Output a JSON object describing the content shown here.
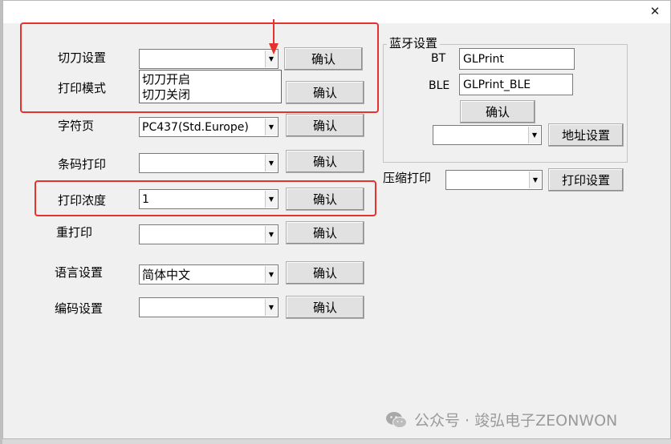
{
  "window": {
    "close_symbol": "✕"
  },
  "settings": {
    "confirm_label": "确认",
    "rows": [
      {
        "id": "cutter",
        "label": "切刀设置",
        "value": ""
      },
      {
        "id": "print-mode",
        "label": "打印模式",
        "value": ""
      },
      {
        "id": "code-page",
        "label": "字符页",
        "value": "PC437(Std.Europe)"
      },
      {
        "id": "barcode",
        "label": "条码打印",
        "value": ""
      },
      {
        "id": "density",
        "label": "打印浓度",
        "value": "1"
      },
      {
        "id": "reprint",
        "label": "重打印",
        "value": ""
      },
      {
        "id": "language",
        "label": "语言设置",
        "value": "简体中文"
      },
      {
        "id": "encoding",
        "label": "编码设置",
        "value": ""
      }
    ],
    "cutter_dropdown_options": [
      "切刀开启",
      "切刀关闭"
    ]
  },
  "bluetooth": {
    "title": "蓝牙设置",
    "bt_label": "BT",
    "bt_value": "GLPrint",
    "ble_label": "BLE",
    "ble_value": "GLPrint_BLE",
    "confirm_label": "确认",
    "address_value": "",
    "address_button": "地址设置"
  },
  "compress": {
    "label": "压缩打印",
    "value": "",
    "button": "打印设置"
  },
  "watermark": {
    "text": "公众号 · 竣弘电子ZEONWON",
    "icon": "wechat-icon"
  },
  "annotations": {
    "highlight_color": "#e5322c"
  }
}
